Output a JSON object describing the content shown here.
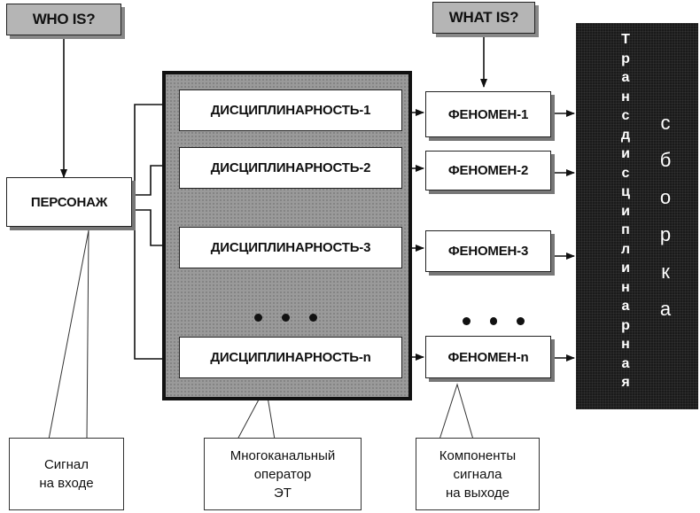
{
  "header": {
    "who_is": "WHO IS?",
    "what_is": "WHAT IS?"
  },
  "character": "ПЕРСОНАЖ",
  "disciplines": [
    "ДИСЦИПЛИНАРНОСТЬ-1",
    "ДИСЦИПЛИНАРНОСТЬ-2",
    "ДИСЦИПЛИНАРНОСТЬ-3",
    "ДИСЦИПЛИНАРНОСТЬ-n"
  ],
  "phenomena": [
    "ФЕНОМЕН-1",
    "ФЕНОМЕН-2",
    "ФЕНОМЕН-3",
    "ФЕНОМЕН-n"
  ],
  "assembly": {
    "left_column": "Трансдисциплинарная",
    "right_column": "сборка"
  },
  "callouts": {
    "input_signal": "Сигнал\nна входе",
    "operator": "Многоканальный\nоператор\nЭТ",
    "output_components": "Компоненты\nсигнала\nна выходе"
  }
}
